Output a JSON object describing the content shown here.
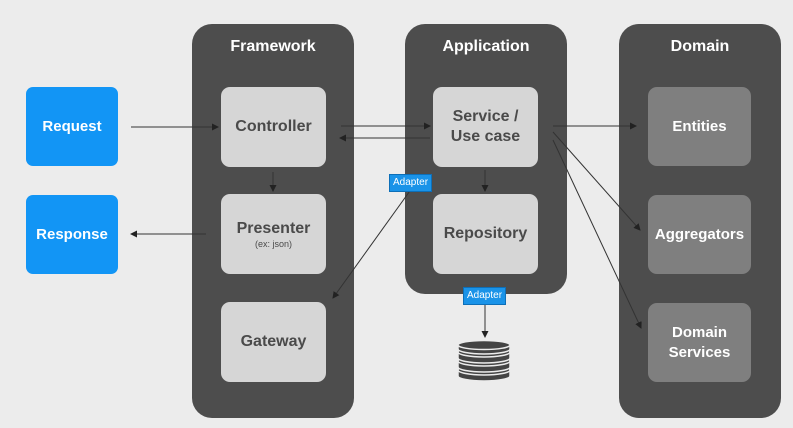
{
  "columns": {
    "framework": "Framework",
    "application": "Application",
    "domain": "Domain"
  },
  "external": {
    "request": "Request",
    "response": "Response"
  },
  "framework": {
    "controller": "Controller",
    "presenter": "Presenter",
    "presenter_note": "(ex: json)",
    "gateway": "Gateway"
  },
  "application": {
    "service_line1": "Service /",
    "service_line2": "Use case",
    "repository": "Repository"
  },
  "domain": {
    "entities": "Entities",
    "aggregators": "Aggregators",
    "services_line1": "Domain",
    "services_line2": "Services"
  },
  "tags": {
    "adapter_gateway": "Adapter",
    "adapter_db": "Adapter"
  },
  "colors": {
    "column_bg": "#4d4d4d",
    "light_box": "#d6d6d6",
    "domain_box": "#7f7f7f",
    "accent_blue": "#1295f5",
    "background": "#ececec"
  },
  "icons": {
    "database": "database-icon"
  }
}
